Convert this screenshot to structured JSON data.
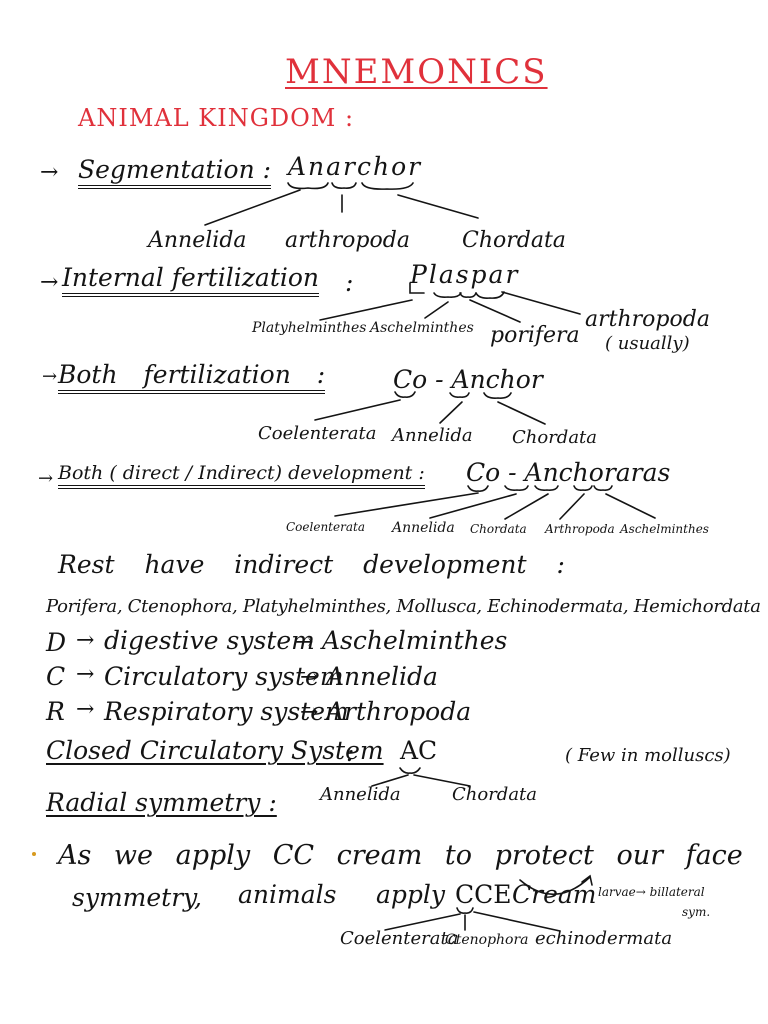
{
  "title": "MNEMONICS",
  "subtitle": "ANIMAL KINGDOM :",
  "arrow": "→",
  "seg": {
    "label": "Segmentation :",
    "mnemonic": "Anarchor",
    "items": [
      "Annelida",
      "arthropoda",
      "Chordata"
    ]
  },
  "internal": {
    "label": "Internal fertilization",
    "colon": ":",
    "mnemonic": "Plaspar",
    "items": [
      "Platyhelminthes",
      "Aschelminthes",
      "porifera",
      "arthropoda"
    ],
    "note": "( usually)"
  },
  "both_fert": {
    "label": "Both fertilization :",
    "mnemonic": "Co - Anchor",
    "items": [
      "Coelenterata",
      "Annelida",
      "Chordata"
    ]
  },
  "both_dev": {
    "label": "Both ( direct / Indirect) development :",
    "mnemonic": "Co - Anchoraras",
    "items": [
      "Coelenterata",
      "Annelida",
      "Chordata",
      "Arthropoda",
      "Aschelminthes"
    ]
  },
  "rest": {
    "heading": "Rest have indirect development :",
    "list": "Porifera, Ctenophora, Platyhelminthes, Mollusca, Echinodermata, Hemichordata"
  },
  "dcr": [
    {
      "letter": "D",
      "system": "digestive system",
      "phylum": "Aschelminthes"
    },
    {
      "letter": "C",
      "system": "Circulatory system",
      "phylum": "Annelida"
    },
    {
      "letter": "R",
      "system": "Respiratory system",
      "phylum": "Arthropoda"
    }
  ],
  "closed": {
    "label": "Closed Circulatory System",
    "colon": ":",
    "mnemonic": "AC",
    "items": [
      "Annelida",
      "Chordata"
    ],
    "note": "( Few in molluscs)"
  },
  "radial": {
    "label": "Radial symmetry :",
    "line1": "As we apply CC cream to protect our face",
    "line2a": "symmetry,",
    "line2b": "animals",
    "line2c": "apply",
    "mnemonic": "CCE",
    "line2d": "Cream",
    "items": [
      "Coelenterata",
      "Ctenophora",
      "echinodermata"
    ],
    "note_line1": "larvae→ billateral",
    "note_line2": "sym."
  }
}
